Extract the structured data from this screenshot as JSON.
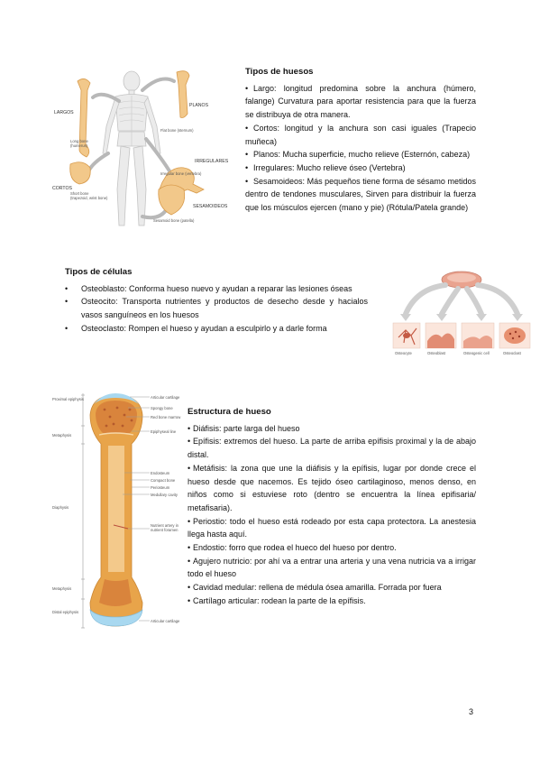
{
  "bone_types": {
    "title": "Tipos de huesos",
    "items": [
      "Largo: longitud predomina sobre la anchura (húmero, falange) Curvatura para aportar resistencia para que la fuerza se distribuya de otra manera.",
      "Cortos: longitud y la anchura son casi iguales (Trapecio muñeca)",
      "Planos: Mucha superficie, mucho relieve (Esternón, cabeza)",
      "Irregulares: Mucho relieve óseo (Vertebra)",
      "Sesamoideos: Más pequeños tiene forma de sésamo metidos dentro de tendones musculares, Sirven para distribuir la fuerza que los músculos ejercen (mano y pie) (Rótula/Patela grande)"
    ]
  },
  "bone_types_figure": {
    "labels": {
      "largos": "LARGOS",
      "cortos": "CORTOS",
      "planos": "PLANOS",
      "irregulares": "IRREGULARES",
      "sesamoideos": "SESAMOIDEOS",
      "long_bone": "Long bone",
      "long_bone_2": "(humerus)",
      "short_bone": "Short bone",
      "short_bone_2": "(trapezoid, wrist bone)",
      "flat_bone": "Flat bone (sternum)",
      "irregular_bone": "Irregular bone (vertebra)",
      "sesamoid_bone": "Sesamoid bone (patella)"
    }
  },
  "cell_types": {
    "title": "Tipos de células",
    "items": [
      "Osteoblasto: Conforma hueso nuevo y ayudan a reparar las lesiones óseas",
      "Osteocito: Transporta nutrientes y productos de desecho desde y hacialos vasos sanguíneos en los huesos",
      "Osteoclasto: Rompen el hueso y ayudan a esculpirlo y a darle forma"
    ]
  },
  "cell_figure": {
    "labels": {
      "osteocyte": "Osteocyte",
      "osteoblast": "Osteoblast",
      "progenitor": "Osteogenic cell",
      "osteoclast": "Osteoclast"
    }
  },
  "bone_structure": {
    "title": "Estructura de hueso",
    "items": [
      "Diáfisis: parte larga del hueso",
      "Epífisis: extremos del hueso. La parte de arriba epífisis proximal y la de abajo distal.",
      "Metáfisis: la zona que une la diáfisis y la epífisis, lugar por donde crece el hueso desde que nacemos. Es tejido óseo cartilaginoso, menos denso, en niños como si estuviese roto (dentro se encuentra la línea epifisaria/ metafisaria).",
      "Periostio: todo el hueso está rodeado por esta capa protectora. La anestesia llega hasta aquí.",
      "Endostio: forro que rodea el hueco del hueso por dentro.",
      "Agujero nutricio: por ahí va a entrar una arteria y una vena nutricia va a irrigar todo el hueso",
      "Cavidad medular: rellena de médula ósea amarilla. Forrada por fuera",
      "Cartílago articular: rodean la parte de la epífisis."
    ]
  },
  "bone_figure": {
    "labels": {
      "proximal_epiphysis": "Proximal epiphysis",
      "metaphysis_top": "Metaphysis",
      "diaphysis": "Diaphysis",
      "metaphysis_bottom": "Metaphysis",
      "distal_epiphysis": "Distal epiphysis",
      "articular_cartilage_top": "Articular cartilage",
      "spongy_bone": "Spongy bone",
      "red_marrow": "Red bone marrow",
      "epiphyseal_line": "Epiphyseal line",
      "endosteum": "Endosteum",
      "compact_bone": "Compact bone",
      "periosteum": "Periosteum",
      "medullary_cavity": "Medullary cavity",
      "nutrient_artery": "Nutrient artery in",
      "nutrient_foramen": "nutrient foramen",
      "articular_cartilage_bottom": "Articular cartilage"
    }
  },
  "page": {
    "number": "3"
  },
  "colors": {
    "bone": "#e8a44a",
    "bone_light": "#f3c98b",
    "cartilage": "#a8d8f0",
    "marrow": "#c8623a"
  }
}
